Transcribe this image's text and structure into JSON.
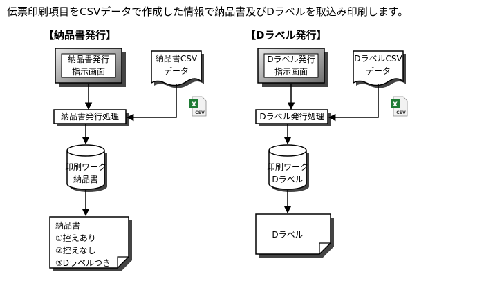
{
  "title": "伝票印刷項目をCSVデータで作成した情報で納品書及びDラベルを取込み印刷します。",
  "left": {
    "heading": "【納品書発行】",
    "screen_box": [
      "納品書発行",
      "指示画面"
    ],
    "csv_doc": [
      "納品書CSV",
      "データ"
    ],
    "process": "納品書発行処理",
    "storage": [
      "印刷ワーク",
      "納品書"
    ],
    "output_doc": [
      "納品書",
      "①控えあり",
      "②控えなし",
      "③Dラベルつき"
    ]
  },
  "right": {
    "heading": "【Dラベル発行】",
    "screen_box": [
      "Dラベル発行",
      "指示画面"
    ],
    "csv_doc": [
      "DラベルCSV",
      "データ"
    ],
    "process": "Dラベル発行処理",
    "storage": [
      "印刷ワーク",
      "Dラベル"
    ],
    "output_doc": [
      "Dラベル"
    ]
  },
  "csv_icon": {
    "letter": "X",
    "tag": "CSV",
    "color": "#1e7b34"
  }
}
